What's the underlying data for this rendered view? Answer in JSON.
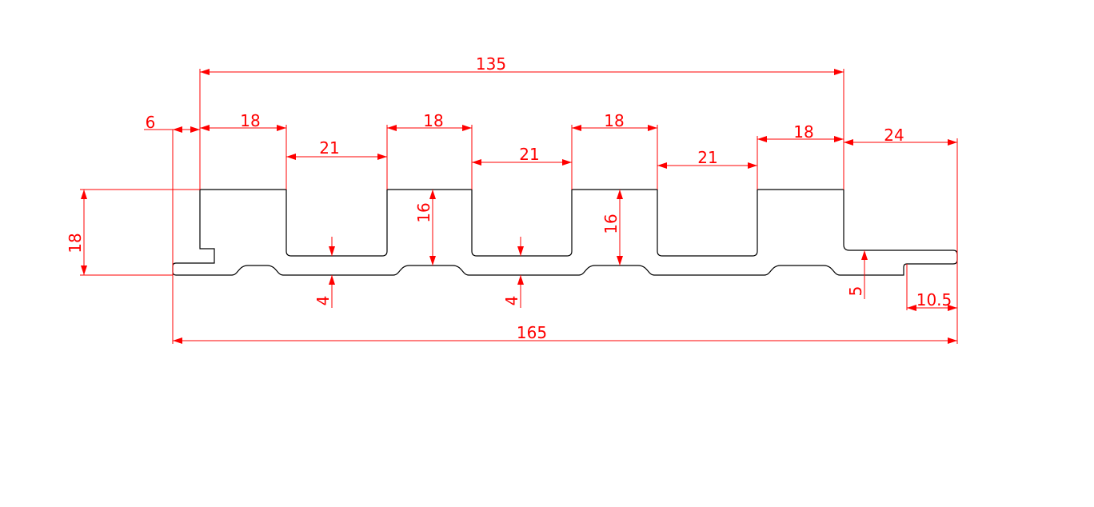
{
  "colors": {
    "dimension": "#ff0000",
    "profile": "#000000",
    "background": "#ffffff"
  },
  "dimensions": {
    "overall_top": "135",
    "left_offset": "6",
    "top_rib_1": "18",
    "top_rib_2": "18",
    "top_rib_3": "18",
    "top_rib_4": "18",
    "groove_1": "21",
    "groove_2": "21",
    "groove_3": "21",
    "right_flat": "24",
    "height_left": "18",
    "groove_depth_1": "16",
    "groove_depth_2": "16",
    "bottom_thickness_1": "4",
    "bottom_thickness_2": "4",
    "tongue_height": "5",
    "tongue_width": "10.5",
    "overall_bottom": "165"
  }
}
